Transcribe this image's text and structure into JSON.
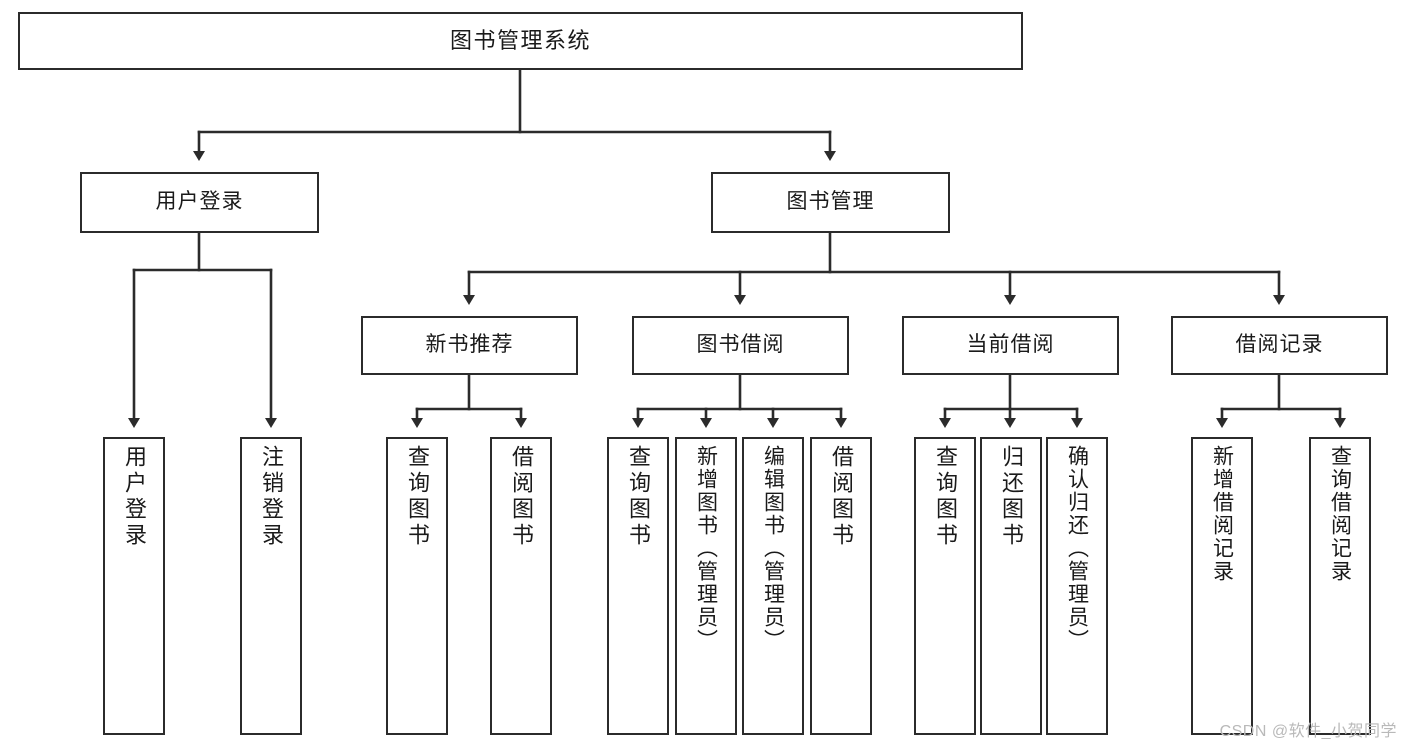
{
  "diagram": {
    "title": "图书管理系统",
    "type": "tree",
    "root": {
      "id": "root",
      "label": "图书管理系统"
    },
    "level1": [
      {
        "id": "user-login",
        "label": "用户登录"
      },
      {
        "id": "book-manage",
        "label": "图书管理"
      }
    ],
    "level2": [
      {
        "id": "new-book-rec",
        "label": "新书推荐",
        "parent": "book-manage"
      },
      {
        "id": "book-borrow",
        "label": "图书借阅",
        "parent": "book-manage"
      },
      {
        "id": "current-borrow",
        "label": "当前借阅",
        "parent": "book-manage"
      },
      {
        "id": "borrow-record",
        "label": "借阅记录",
        "parent": "book-manage"
      }
    ],
    "leaves": [
      {
        "id": "leaf-user-login",
        "label": "用户登录",
        "parent": "user-login"
      },
      {
        "id": "leaf-logout",
        "label": "注销登录",
        "parent": "user-login"
      },
      {
        "id": "leaf-query-book-1",
        "label": "查询图书",
        "parent": "new-book-rec"
      },
      {
        "id": "leaf-borrow-book-1",
        "label": "借阅图书",
        "parent": "new-book-rec"
      },
      {
        "id": "leaf-query-book-2",
        "label": "查询图书",
        "parent": "book-borrow"
      },
      {
        "id": "leaf-add-book",
        "label": "新增图书（管理员）",
        "parent": "book-borrow"
      },
      {
        "id": "leaf-edit-book",
        "label": "编辑图书（管理员）",
        "parent": "book-borrow"
      },
      {
        "id": "leaf-borrow-book-2",
        "label": "借阅图书",
        "parent": "book-borrow"
      },
      {
        "id": "leaf-query-book-3",
        "label": "查询图书",
        "parent": "current-borrow"
      },
      {
        "id": "leaf-return-book",
        "label": "归还图书",
        "parent": "current-borrow"
      },
      {
        "id": "leaf-confirm-return",
        "label": "确认归还（管理员）",
        "parent": "current-borrow"
      },
      {
        "id": "leaf-add-record",
        "label": "新增借阅记录",
        "parent": "borrow-record"
      },
      {
        "id": "leaf-query-record",
        "label": "查询借阅记录",
        "parent": "borrow-record"
      }
    ],
    "colors": {
      "stroke": "#2b2b2b",
      "fill": "#ffffff",
      "text": "#1a1a1a",
      "watermark": "#b9b9b9"
    }
  },
  "watermark": {
    "text": "CSDN @软件_小贺同学"
  }
}
